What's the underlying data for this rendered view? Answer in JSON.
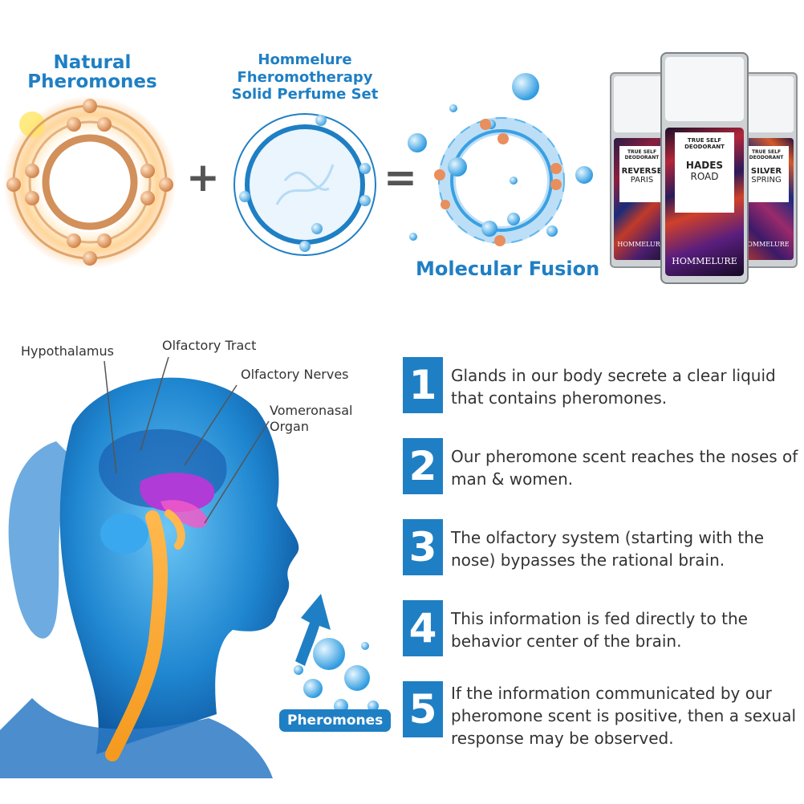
{
  "colors": {
    "accent": "#1f7fc4",
    "text": "#333333",
    "ring_orange": "#d2905a",
    "ring_blue": "#1f7fc4"
  },
  "top": {
    "natural_label": "Natural\nPheromones",
    "set_label": "Hommelure\nFheromotherapy\nSolid Perfume Set",
    "plus": "+",
    "equals": "=",
    "fusion_label": "Molecular Fusion"
  },
  "tins": [
    {
      "small": "TRUE SELF\nDEODORANT",
      "name1": "REVERSE",
      "name2": "PARIS",
      "brand": "HOMMELURE"
    },
    {
      "small": "TRUE SELF\nDEODORANT",
      "name1": "HADES",
      "name2": "ROAD",
      "brand": "HOMMELURE"
    },
    {
      "small": "TRUE SELF\nDEODORANT",
      "name1": "SILVER",
      "name2": "SPRING",
      "brand": "HOMMELURE"
    }
  ],
  "diagram": {
    "labels": {
      "hypothalamus": "Hypothalamus",
      "olfactory_tract": "Olfactory Tract",
      "olfactory_nerves": "Olfactory Nerves",
      "vomeronasal": "Vomeronasal\nOrgan"
    },
    "pheromones_button": "Pheromones"
  },
  "steps": [
    {
      "num": "1",
      "text": "Glands in our body secrete a clear liquid that contains pheromones."
    },
    {
      "num": "2",
      "text": "Our pheromone scent reaches the noses of man & women."
    },
    {
      "num": "3",
      "text": "The olfactory system (starting with the nose) bypasses the rational brain."
    },
    {
      "num": "4",
      "text": "This information is fed directly to the behavior center of the brain."
    },
    {
      "num": "5",
      "text": "If the information communicated by our pheromone scent is positive, then a sexual response may be observed."
    }
  ]
}
